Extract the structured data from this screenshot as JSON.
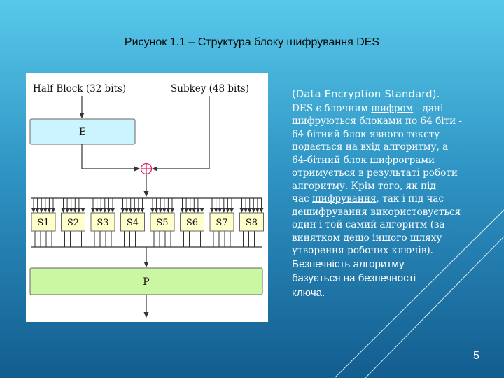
{
  "caption": "Рисунок 1.1 – Структура блоку шифрування DES",
  "diagram": {
    "half_block_label": "Half Block (32 bits)",
    "subkey_label": "Subkey (48 bits)",
    "e_label": "E",
    "p_label": "P",
    "sboxes": [
      "S1",
      "S2",
      "S3",
      "S4",
      "S5",
      "S6",
      "S7",
      "S8"
    ],
    "colors": {
      "e_box": "#ccf4ff",
      "s_box": "#ffffcc",
      "p_box": "#ccf7a2",
      "xor": "#e0245e"
    }
  },
  "description": {
    "line1": "(Data Encryption Standard).",
    "line2_a": "DES є блочним ",
    "line2_link": "шифром",
    "line2_b": " - дані",
    "line3_a": "шифруються ",
    "line3_link": "блоками",
    "line3_b": " по 64 біти -",
    "line4": "64 бітний блок явного тексту",
    "line5": "подається на вхід алгоритму, а",
    "line6": "64-бітний блок шифрограми",
    "line7": "отримується в результаті роботи",
    "line8": "алгоритму. Крім того, як під",
    "line9_a": "час ",
    "line9_link": "шифрування",
    "line9_b": ", так і під час",
    "line10": "дешифрування використовується",
    "line11": "один і той самий алгоритм (за",
    "line12": "винятком дещо іншого шляху",
    "line13": "утворення робочих ключів).",
    "line14": "Безпечність алгоритму",
    "line15": "базується на безпечності",
    "line16": "ключа."
  },
  "page_number": "5"
}
